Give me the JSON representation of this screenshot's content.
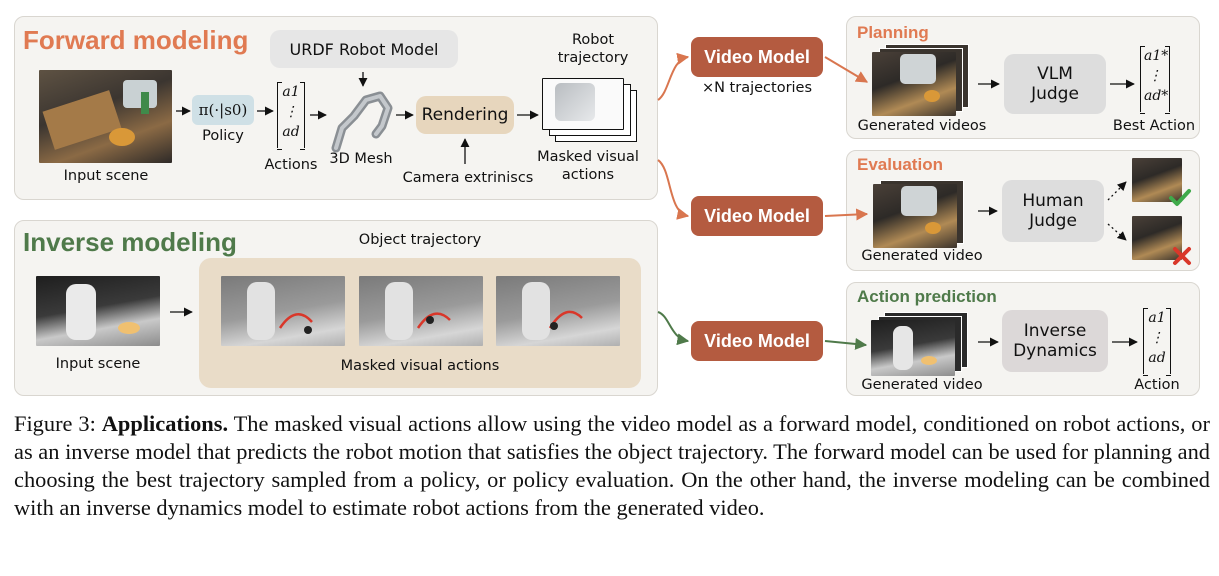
{
  "forward": {
    "title": "Forward modeling",
    "input_scene": "Input scene",
    "policy_formula": "π(·|s0)",
    "policy": "Policy",
    "actions_matrix": [
      "a1",
      "⋮",
      "ad"
    ],
    "actions": "Actions",
    "urdf": "URDF Robot Model",
    "mesh": "3D Mesh",
    "rendering": "Rendering",
    "camera": "Camera extriniscs",
    "robot_traj_line1": "Robot",
    "robot_traj_line2": "trajectory",
    "masked_line1": "Masked visual",
    "masked_line2": "actions",
    "n_traj": "×N trajectories"
  },
  "inverse": {
    "title": "Inverse modeling",
    "object_traj": "Object trajectory",
    "input_scene": "Input scene",
    "masked": "Masked visual actions"
  },
  "video_model": "Video Model",
  "planning": {
    "title": "Planning",
    "judge_line1": "VLM",
    "judge_line2": "Judge",
    "generated": "Generated videos",
    "matrix": [
      "a1*",
      "⋮",
      "ad*"
    ],
    "best": "Best Action"
  },
  "evaluation": {
    "title": "Evaluation",
    "judge_line1": "Human",
    "judge_line2": "Judge",
    "generated": "Generated video"
  },
  "action_pred": {
    "title": "Action prediction",
    "dyn_line1": "Inverse",
    "dyn_line2": "Dynamics",
    "generated": "Generated video",
    "matrix": [
      "a1",
      "⋮",
      "ad"
    ],
    "action": "Action"
  },
  "caption": {
    "label": "Figure 3:",
    "bold": "Applications.",
    "text": "The masked visual actions allow using the video model as a forward model, conditioned on robot actions, or as an inverse model that predicts the robot motion that satisfies the object trajectory. The forward model can be used for planning and choosing the best trajectory sampled from a policy, or policy evaluation. On the other hand, the inverse modeling can be combined with an inverse dynamics model to estimate robot actions from the generated video."
  },
  "colors": {
    "forward": "#e07a52",
    "inverse": "#4f7a4a",
    "video_model": "#b45b40"
  }
}
